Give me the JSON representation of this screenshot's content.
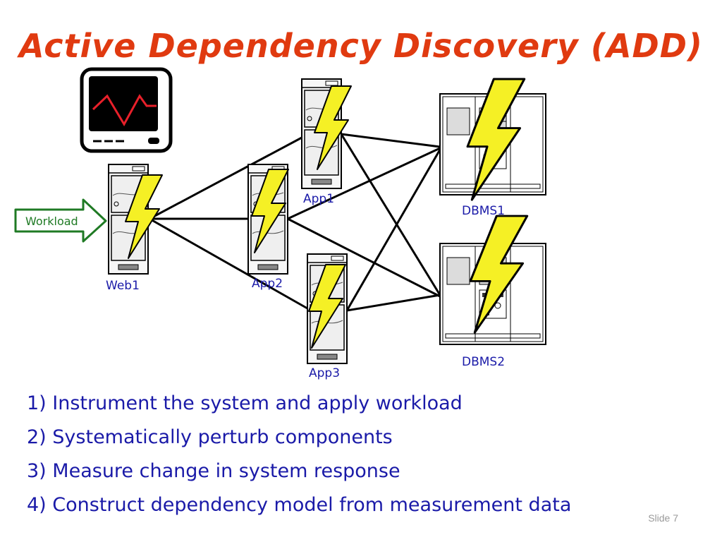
{
  "slide": {
    "title": "Active Dependency Discovery (ADD)",
    "slide_number": "Slide 7"
  },
  "diagram": {
    "workload_label": "Workload",
    "nodes": {
      "web1": "Web1",
      "app1": "App1",
      "app2": "App2",
      "app3": "App3",
      "dbms1": "DBMS1",
      "dbms2": "DBMS2"
    },
    "icons": {
      "monitor": "monitor-icon",
      "perturbation": "lightning-bolt-icon",
      "server": "server-tower-icon",
      "database": "database-cabinet-icon"
    },
    "colors": {
      "title": "#e03a10",
      "text": "#1a1aa8",
      "workload": "#1f7a24",
      "bolt": "#f5f025",
      "signal": "#e8202a"
    }
  },
  "steps": [
    "1) Instrument the system and apply workload",
    "2) Systematically perturb components",
    "3) Measure change in system response",
    "4) Construct dependency model from measurement data"
  ]
}
